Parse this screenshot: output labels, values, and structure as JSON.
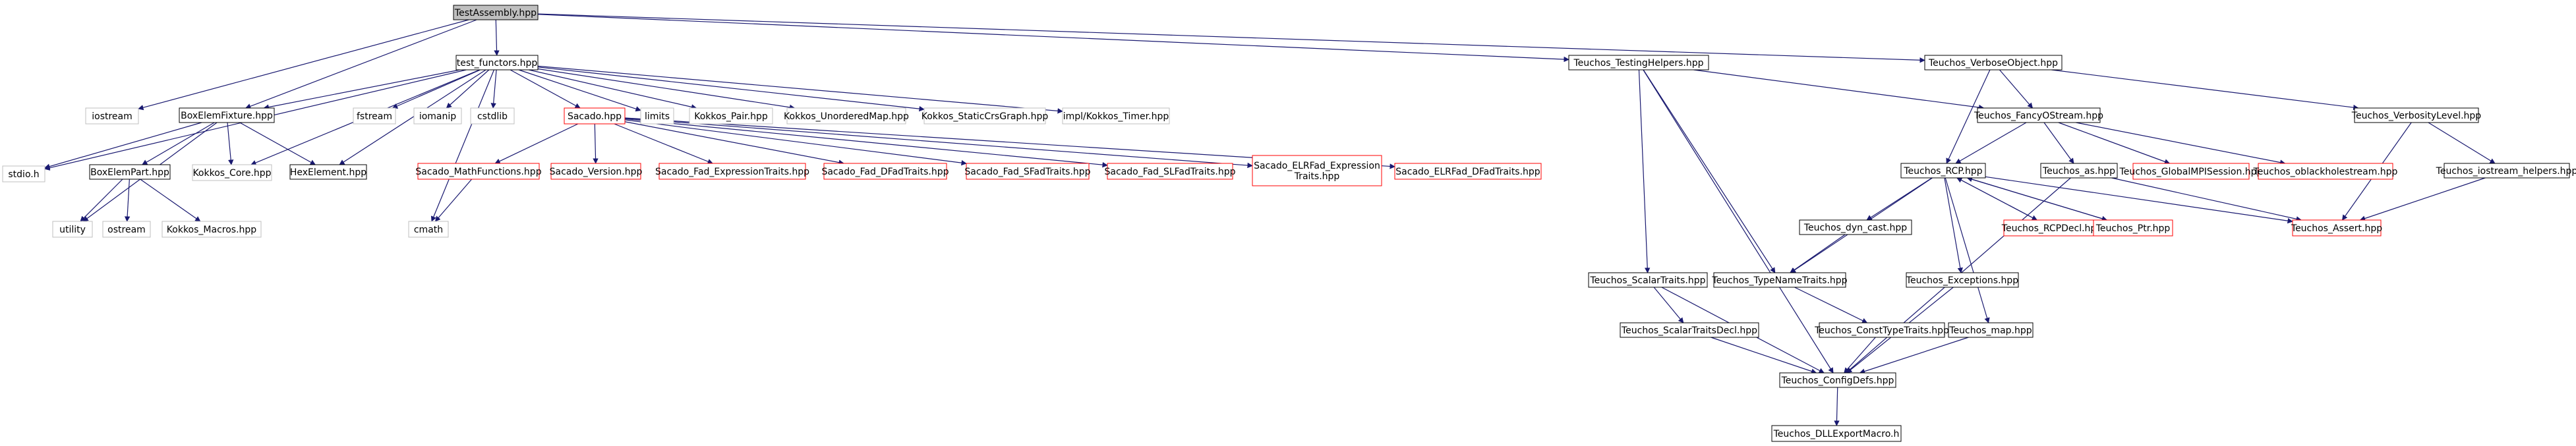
{
  "colors": {
    "edge": "#191970",
    "border_internal": "#000000",
    "border_external": "#bfbfbf",
    "border_incomplete": "#ff0000",
    "root_fill": "#bfbfbf",
    "node_fill": "#ffffff"
  },
  "nodes": {
    "n0": {
      "label": [
        "TestAssembly.hpp"
      ],
      "kind": "root"
    },
    "n1": {
      "label": [
        "iostream"
      ],
      "kind": "external"
    },
    "n2": {
      "label": [
        "test_functors.hpp"
      ],
      "kind": "internal"
    },
    "n3": {
      "label": [
        "BoxElemFixture.hpp"
      ],
      "kind": "internal"
    },
    "n4": {
      "label": [
        "stdio.h"
      ],
      "kind": "external"
    },
    "n5": {
      "label": [
        "BoxElemPart.hpp"
      ],
      "kind": "internal"
    },
    "n6": {
      "label": [
        "utility"
      ],
      "kind": "external"
    },
    "n7": {
      "label": [
        "ostream"
      ],
      "kind": "external"
    },
    "n8": {
      "label": [
        "Kokkos_Macros.hpp"
      ],
      "kind": "external"
    },
    "n9": {
      "label": [
        "Kokkos_Core.hpp"
      ],
      "kind": "external"
    },
    "n10": {
      "label": [
        "HexElement.hpp"
      ],
      "kind": "internal"
    },
    "n11": {
      "label": [
        "fstream"
      ],
      "kind": "external"
    },
    "n12": {
      "label": [
        "iomanip"
      ],
      "kind": "external"
    },
    "n13": {
      "label": [
        "cstdlib"
      ],
      "kind": "external"
    },
    "n14": {
      "label": [
        "cmath"
      ],
      "kind": "external"
    },
    "n15": {
      "label": [
        "Sacado.hpp"
      ],
      "kind": "incomplete"
    },
    "n16": {
      "label": [
        "Sacado_MathFunctions.hpp"
      ],
      "kind": "incomplete"
    },
    "n17": {
      "label": [
        "Sacado_Version.hpp"
      ],
      "kind": "incomplete"
    },
    "n18": {
      "label": [
        "Sacado_Fad_ExpressionTraits.hpp"
      ],
      "kind": "incomplete"
    },
    "n19": {
      "label": [
        "Sacado_Fad_DFadTraits.hpp"
      ],
      "kind": "incomplete"
    },
    "n20": {
      "label": [
        "Sacado_Fad_SFadTraits.hpp"
      ],
      "kind": "incomplete"
    },
    "n21": {
      "label": [
        "Sacado_Fad_SLFadTraits.hpp"
      ],
      "kind": "incomplete"
    },
    "n22": {
      "label": [
        "Sacado_ELRFad_Expression",
        "Traits.hpp"
      ],
      "kind": "incomplete"
    },
    "n23": {
      "label": [
        "Sacado_ELRFad_DFadTraits.hpp"
      ],
      "kind": "incomplete"
    },
    "n24": {
      "label": [
        "limits"
      ],
      "kind": "external"
    },
    "n25": {
      "label": [
        "Kokkos_Pair.hpp"
      ],
      "kind": "external"
    },
    "n26": {
      "label": [
        "Kokkos_UnorderedMap.hpp"
      ],
      "kind": "external"
    },
    "n27": {
      "label": [
        "Kokkos_StaticCrsGraph.hpp"
      ],
      "kind": "external"
    },
    "n28": {
      "label": [
        "impl/Kokkos_Timer.hpp"
      ],
      "kind": "external"
    },
    "n29": {
      "label": [
        "Teuchos_TestingHelpers.hpp"
      ],
      "kind": "internal"
    },
    "n30": {
      "label": [
        "Teuchos_ConfigDefs.hpp"
      ],
      "kind": "internal"
    },
    "n31": {
      "label": [
        "Teuchos_DLLExportMacro.h"
      ],
      "kind": "internal"
    },
    "n32": {
      "label": [
        "Teuchos_ScalarTraits.hpp"
      ],
      "kind": "internal"
    },
    "n33": {
      "label": [
        "Teuchos_ScalarTraitsDecl.hpp"
      ],
      "kind": "internal"
    },
    "n34": {
      "label": [
        "Teuchos_TypeNameTraits.hpp"
      ],
      "kind": "internal"
    },
    "n35": {
      "label": [
        "Teuchos_ConstTypeTraits.hpp"
      ],
      "kind": "internal"
    },
    "n36": {
      "label": [
        "Teuchos_FancyOStream.hpp"
      ],
      "kind": "internal"
    },
    "n37": {
      "label": [
        "Teuchos_RCP.hpp"
      ],
      "kind": "internal"
    },
    "n38": {
      "label": [
        "Teuchos_dyn_cast.hpp"
      ],
      "kind": "internal"
    },
    "n39": {
      "label": [
        "Teuchos_Exceptions.hpp"
      ],
      "kind": "internal"
    },
    "n40": {
      "label": [
        "Teuchos_map.hpp"
      ],
      "kind": "internal"
    },
    "n41": {
      "label": [
        "Teuchos_RCPDecl.hpp"
      ],
      "kind": "incomplete"
    },
    "n42": {
      "label": [
        "Teuchos_Ptr.hpp"
      ],
      "kind": "incomplete"
    },
    "n43": {
      "label": [
        "Teuchos_as.hpp"
      ],
      "kind": "internal"
    },
    "n44": {
      "label": [
        "Teuchos_Assert.hpp"
      ],
      "kind": "incomplete"
    },
    "n45": {
      "label": [
        "Teuchos_GlobalMPISession.hpp"
      ],
      "kind": "incomplete"
    },
    "n46": {
      "label": [
        "Teuchos_oblackholestream.hpp"
      ],
      "kind": "incomplete"
    },
    "n47": {
      "label": [
        "Teuchos_VerboseObject.hpp"
      ],
      "kind": "internal"
    },
    "n48": {
      "label": [
        "Teuchos_VerbosityLevel.hpp"
      ],
      "kind": "internal"
    },
    "n49": {
      "label": [
        "Teuchos_iostream_helpers.hpp"
      ],
      "kind": "internal"
    }
  },
  "edges": [
    [
      "n0",
      "n1"
    ],
    [
      "n0",
      "n2"
    ],
    [
      "n0",
      "n3"
    ],
    [
      "n0",
      "n29"
    ],
    [
      "n0",
      "n47"
    ],
    [
      "n2",
      "n4"
    ],
    [
      "n2",
      "n3"
    ],
    [
      "n2",
      "n9"
    ],
    [
      "n2",
      "n10"
    ],
    [
      "n2",
      "n11"
    ],
    [
      "n2",
      "n12"
    ],
    [
      "n2",
      "n13"
    ],
    [
      "n2",
      "n14"
    ],
    [
      "n2",
      "n15"
    ],
    [
      "n2",
      "n24"
    ],
    [
      "n2",
      "n25"
    ],
    [
      "n2",
      "n26"
    ],
    [
      "n2",
      "n27"
    ],
    [
      "n2",
      "n28"
    ],
    [
      "n3",
      "n4"
    ],
    [
      "n3",
      "n5"
    ],
    [
      "n3",
      "n9"
    ],
    [
      "n3",
      "n10"
    ],
    [
      "n3",
      "n6"
    ],
    [
      "n5",
      "n6"
    ],
    [
      "n5",
      "n7"
    ],
    [
      "n5",
      "n8"
    ],
    [
      "n15",
      "n16"
    ],
    [
      "n15",
      "n17"
    ],
    [
      "n15",
      "n18"
    ],
    [
      "n15",
      "n19"
    ],
    [
      "n15",
      "n20"
    ],
    [
      "n15",
      "n21"
    ],
    [
      "n15",
      "n22"
    ],
    [
      "n15",
      "n23"
    ],
    [
      "n16",
      "n14"
    ],
    [
      "n29",
      "n30"
    ],
    [
      "n29",
      "n32"
    ],
    [
      "n29",
      "n34"
    ],
    [
      "n29",
      "n36"
    ],
    [
      "n30",
      "n31"
    ],
    [
      "n32",
      "n30"
    ],
    [
      "n32",
      "n33"
    ],
    [
      "n33",
      "n30"
    ],
    [
      "n34",
      "n35"
    ],
    [
      "n35",
      "n30"
    ],
    [
      "n36",
      "n37"
    ],
    [
      "n36",
      "n43"
    ],
    [
      "n36",
      "n45"
    ],
    [
      "n36",
      "n46"
    ],
    [
      "n37",
      "n34"
    ],
    [
      "n37",
      "n38"
    ],
    [
      "n37",
      "n39"
    ],
    [
      "n37",
      "n40"
    ],
    [
      "n37",
      "n41"
    ],
    [
      "n37",
      "n42"
    ],
    [
      "n37",
      "n44"
    ],
    [
      "n38",
      "n34"
    ],
    [
      "n39",
      "n30"
    ],
    [
      "n40",
      "n30"
    ],
    [
      "n41",
      "n37"
    ],
    [
      "n42",
      "n37"
    ],
    [
      "n43",
      "n30"
    ],
    [
      "n43",
      "n44"
    ],
    [
      "n47",
      "n36"
    ],
    [
      "n47",
      "n37"
    ],
    [
      "n47",
      "n48"
    ],
    [
      "n48",
      "n44"
    ],
    [
      "n48",
      "n49"
    ],
    [
      "n49",
      "n44"
    ]
  ]
}
